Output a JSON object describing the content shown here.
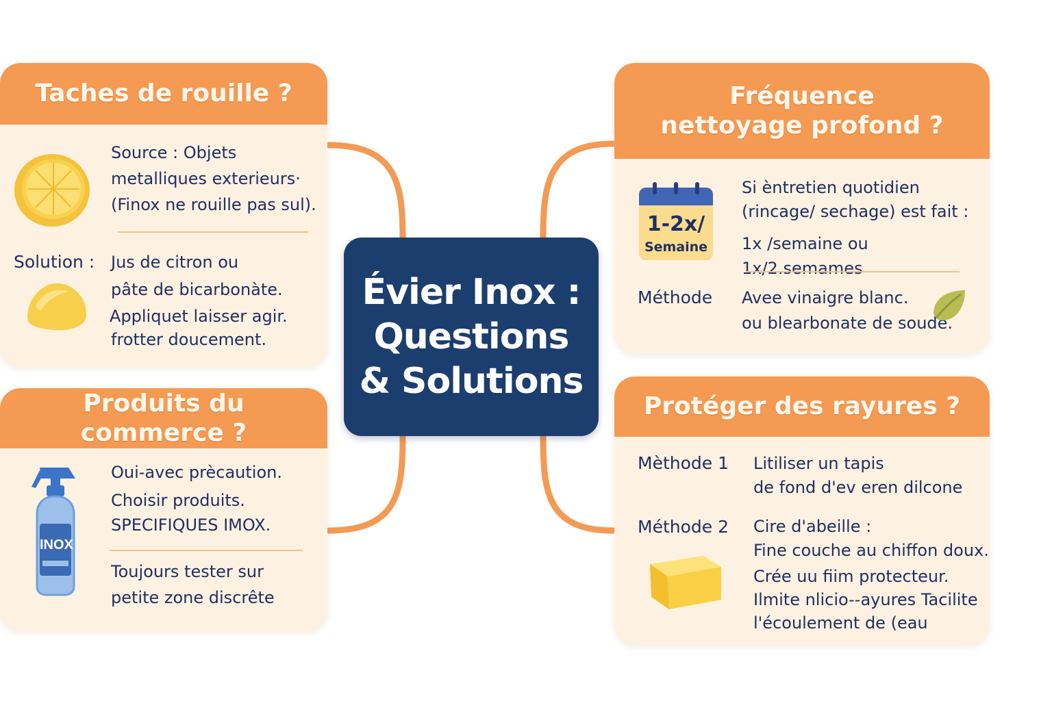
{
  "center": {
    "title": "Évier Inox :\nQuestions\n& Solutions"
  },
  "cards": {
    "rouille": {
      "title": "Taches de rouille ?",
      "source": [
        "Source : Objets",
        "metalliques exterieurs·",
        "(Finox ne rouille pas sul)."
      ],
      "solution_label": "Solution :",
      "solution": [
        "Jus de citron ou",
        "pâte de bicarbonàte.",
        "Appliquet  laisser agir.",
        "frotter doucement."
      ]
    },
    "produits": {
      "title": "Produits du commerce ?",
      "lines1": [
        "Oui-avec prècaution.",
        "Choisir produits.",
        "SPECIFIQUES IMOX."
      ],
      "lines2": [
        "Toujours tester sur",
        "petite zone discrête"
      ],
      "bottle_label": "INOX"
    },
    "frequence": {
      "title": "Fréquence nettoyage profond ?",
      "calendar_big": "1-2x/",
      "calendar_small": "Semaine",
      "lines": [
        "Si èntretien quotidien",
        "(rincage/ sechage) est fait :",
        "1x /semaine ou 1x/2.semames"
      ],
      "method_label": "Méthode",
      "method": [
        "Avee vinaigre blanc.",
        "ou blearbonate de soude."
      ]
    },
    "rayures": {
      "title": "Protéger des rayures ?",
      "m1_label": "Mèthode 1",
      "m1": [
        "Litiliser un tapis",
        "de fond d'ev eren dilcone"
      ],
      "m2_label": "Méthode 2",
      "m2": [
        "Cire d'abeille :",
        "Fine couche au chiffon doux.",
        "Crée uu fiim protecteur.",
        "Ilmite nlicio--ayures Tacilite",
        "l'écoulement de (eau"
      ]
    }
  },
  "colors": {
    "header": "#f59a52",
    "card_bg": "#fdf2e2",
    "center_bg": "#1c3e6e",
    "connector": "#f39a55",
    "text": "#1f2f62"
  }
}
